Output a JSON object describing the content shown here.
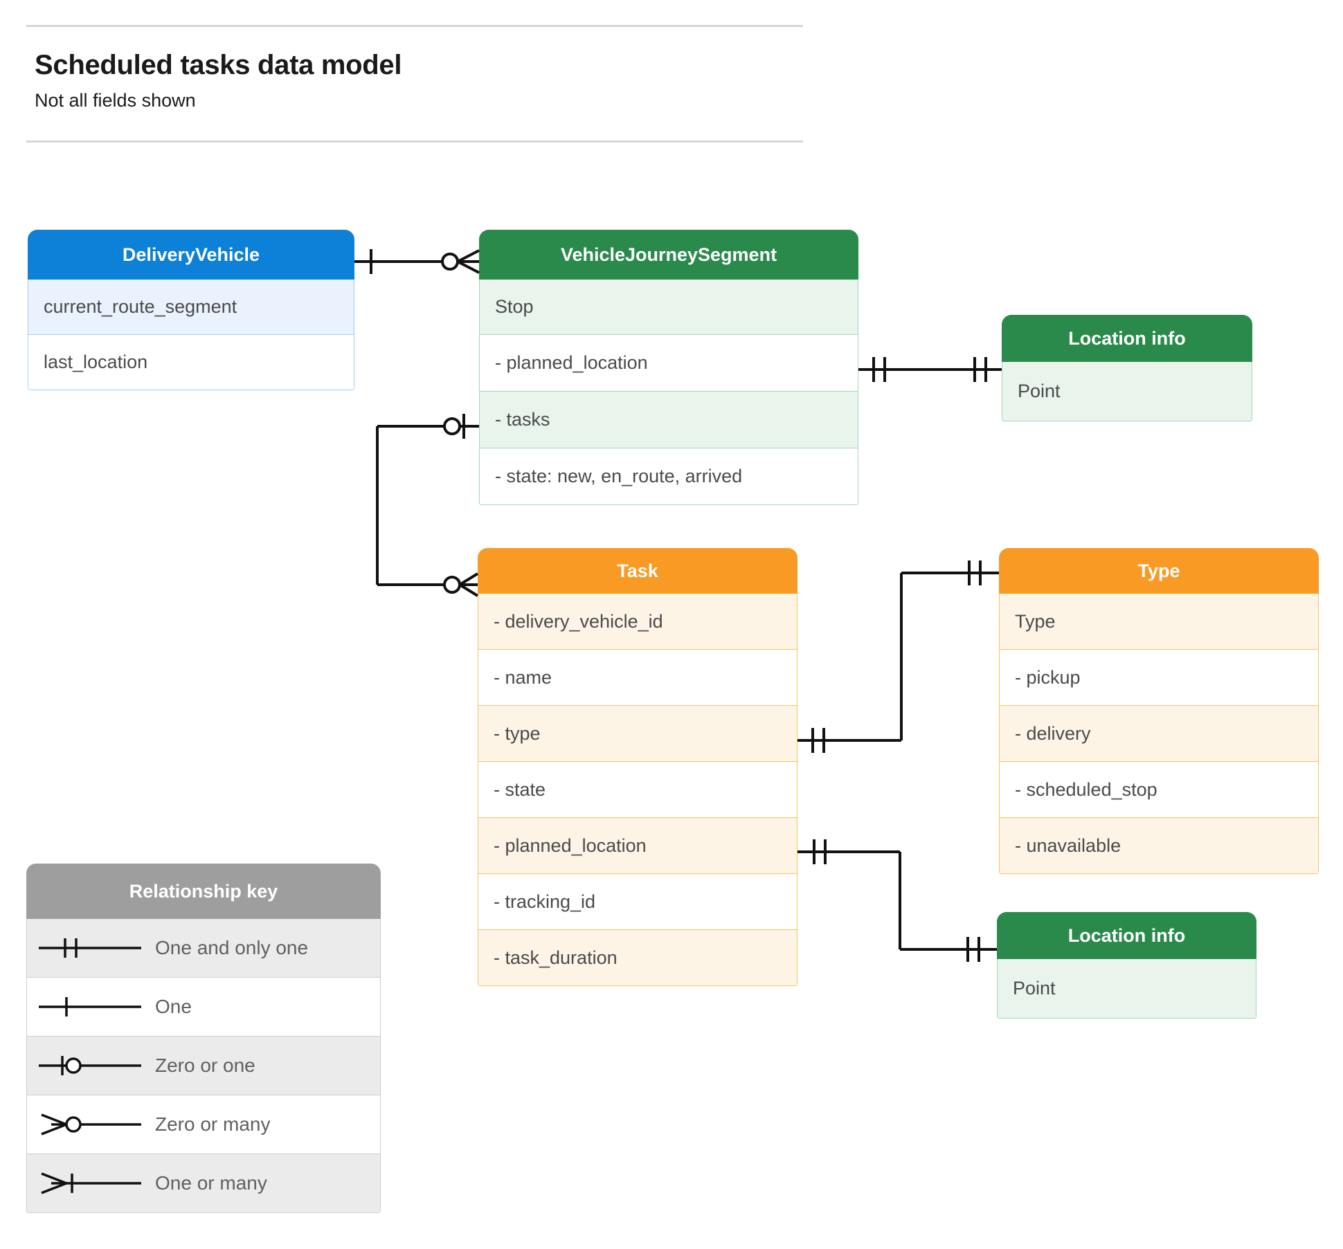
{
  "header": {
    "title": "Scheduled tasks data model",
    "subtitle": "Not all fields shown"
  },
  "entities": {
    "delivery_vehicle": {
      "name": "DeliveryVehicle",
      "color": "#0d80d8",
      "rows": [
        "current_route_segment",
        "last_location"
      ]
    },
    "vehicle_journey_segment": {
      "name": "VehicleJourneySegment",
      "color": "#2a8a4c",
      "rows": [
        "Stop",
        "-  planned_location",
        "- tasks",
        "- state: new, en_route, arrived"
      ]
    },
    "location_info_top": {
      "name": "Location info",
      "color": "#2a8a4c",
      "rows": [
        "Point"
      ]
    },
    "location_info_bottom": {
      "name": "Location info",
      "color": "#2a8a4c",
      "rows": [
        "Point"
      ]
    },
    "task": {
      "name": "Task",
      "color": "#f89a24",
      "rows": [
        "- delivery_vehicle_id",
        "- name",
        "- type",
        "- state",
        "- planned_location",
        "- tracking_id",
        "- task_duration"
      ]
    },
    "type": {
      "name": "Type",
      "color": "#f89a24",
      "rows": [
        "Type",
        "-   pickup",
        "-   delivery",
        "-   scheduled_stop",
        "-   unavailable"
      ]
    }
  },
  "legend": {
    "title": "Relationship key",
    "items": [
      {
        "symbol": "one-and-only-one",
        "label": "One and only one"
      },
      {
        "symbol": "one",
        "label": "One"
      },
      {
        "symbol": "zero-or-one",
        "label": "Zero or one"
      },
      {
        "symbol": "zero-or-many",
        "label": "Zero or many"
      },
      {
        "symbol": "one-or-many",
        "label": "One or many"
      }
    ]
  },
  "relationships": [
    {
      "from": "DeliveryVehicle",
      "from_cardinality": "one",
      "to": "VehicleJourneySegment",
      "to_cardinality": "zero-or-many"
    },
    {
      "from": "VehicleJourneySegment.tasks",
      "from_cardinality": "zero-or-one",
      "to": "Task",
      "to_cardinality": "zero-or-many"
    },
    {
      "from": "VehicleJourneySegment.planned_location",
      "from_cardinality": "one-and-only-one",
      "to": "Location info",
      "to_cardinality": "one-and-only-one"
    },
    {
      "from": "Task.type",
      "from_cardinality": "one-and-only-one",
      "to": "Type",
      "to_cardinality": "one-and-only-one"
    },
    {
      "from": "Task.planned_location",
      "from_cardinality": "one-and-only-one",
      "to": "Location info",
      "to_cardinality": "one-and-only-one"
    }
  ]
}
